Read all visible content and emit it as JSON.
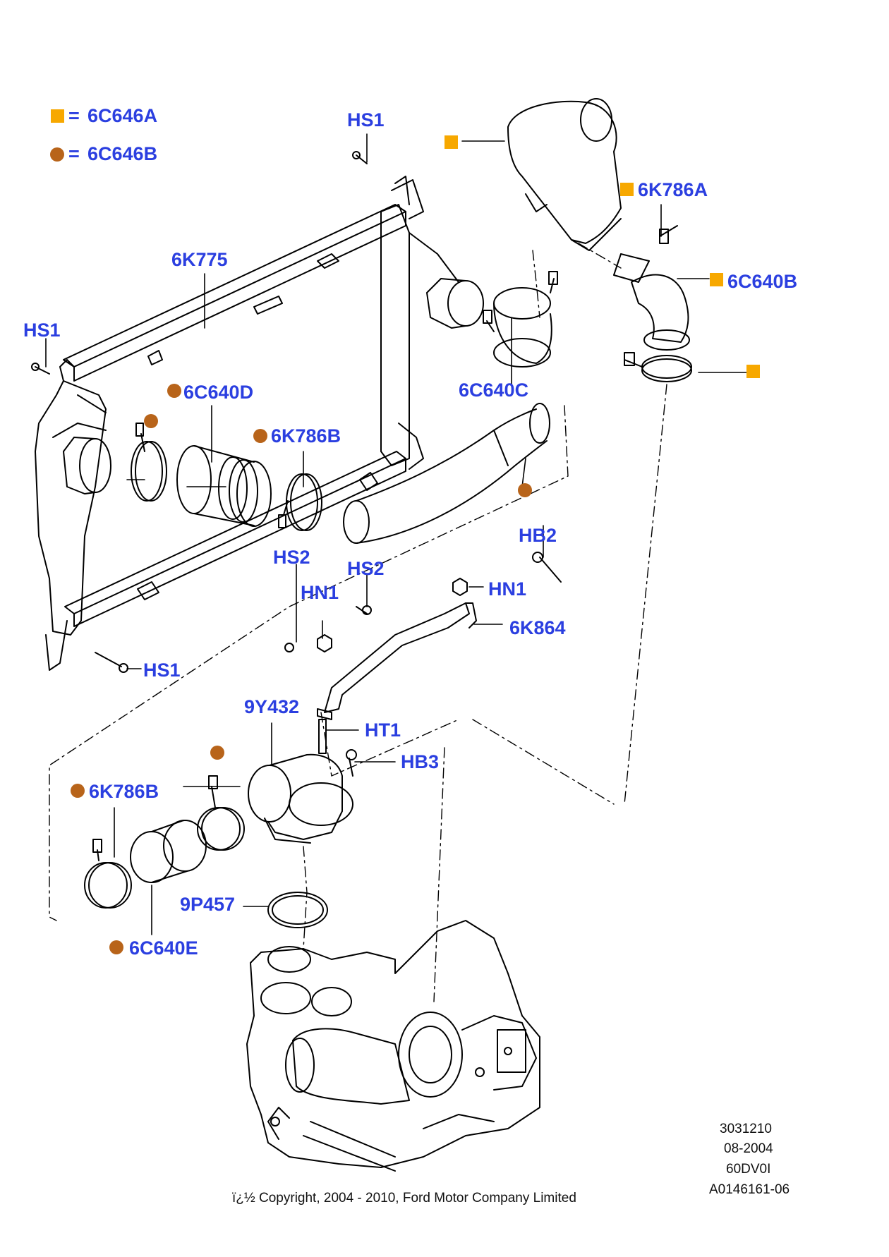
{
  "legend": {
    "square_code": "6C646A",
    "circle_code": "6C646B",
    "equals": "=",
    "square_color": "#f7a800",
    "circle_color": "#b8641a"
  },
  "label_color": "#2b3fe0",
  "callouts": {
    "hs1_top": "HS1",
    "hs1_left": "HS1",
    "hs1_bottom": "HS1",
    "k775": "6K775",
    "c640d": "6C640D",
    "k786b_upper": "6K786B",
    "k786a": "6K786A",
    "c640b": "6C640B",
    "c640c": "6C640C",
    "hb2": "HB2",
    "hs2_left": "HS2",
    "hs2_right": "HS2",
    "hn1_left": "HN1",
    "hn1_right": "HN1",
    "k864": "6K864",
    "y432": "9Y432",
    "ht1": "HT1",
    "hb3": "HB3",
    "k786b_lower": "6K786B",
    "p457": "9P457",
    "c640e": "6C640E"
  },
  "reference": {
    "line1": "3031210",
    "line2": "08-2004",
    "line3": "60DV0I",
    "line4": "A0146161-06"
  },
  "copyright": "ï¿½ Copyright, 2004 - 2010, Ford Motor Company Limited"
}
